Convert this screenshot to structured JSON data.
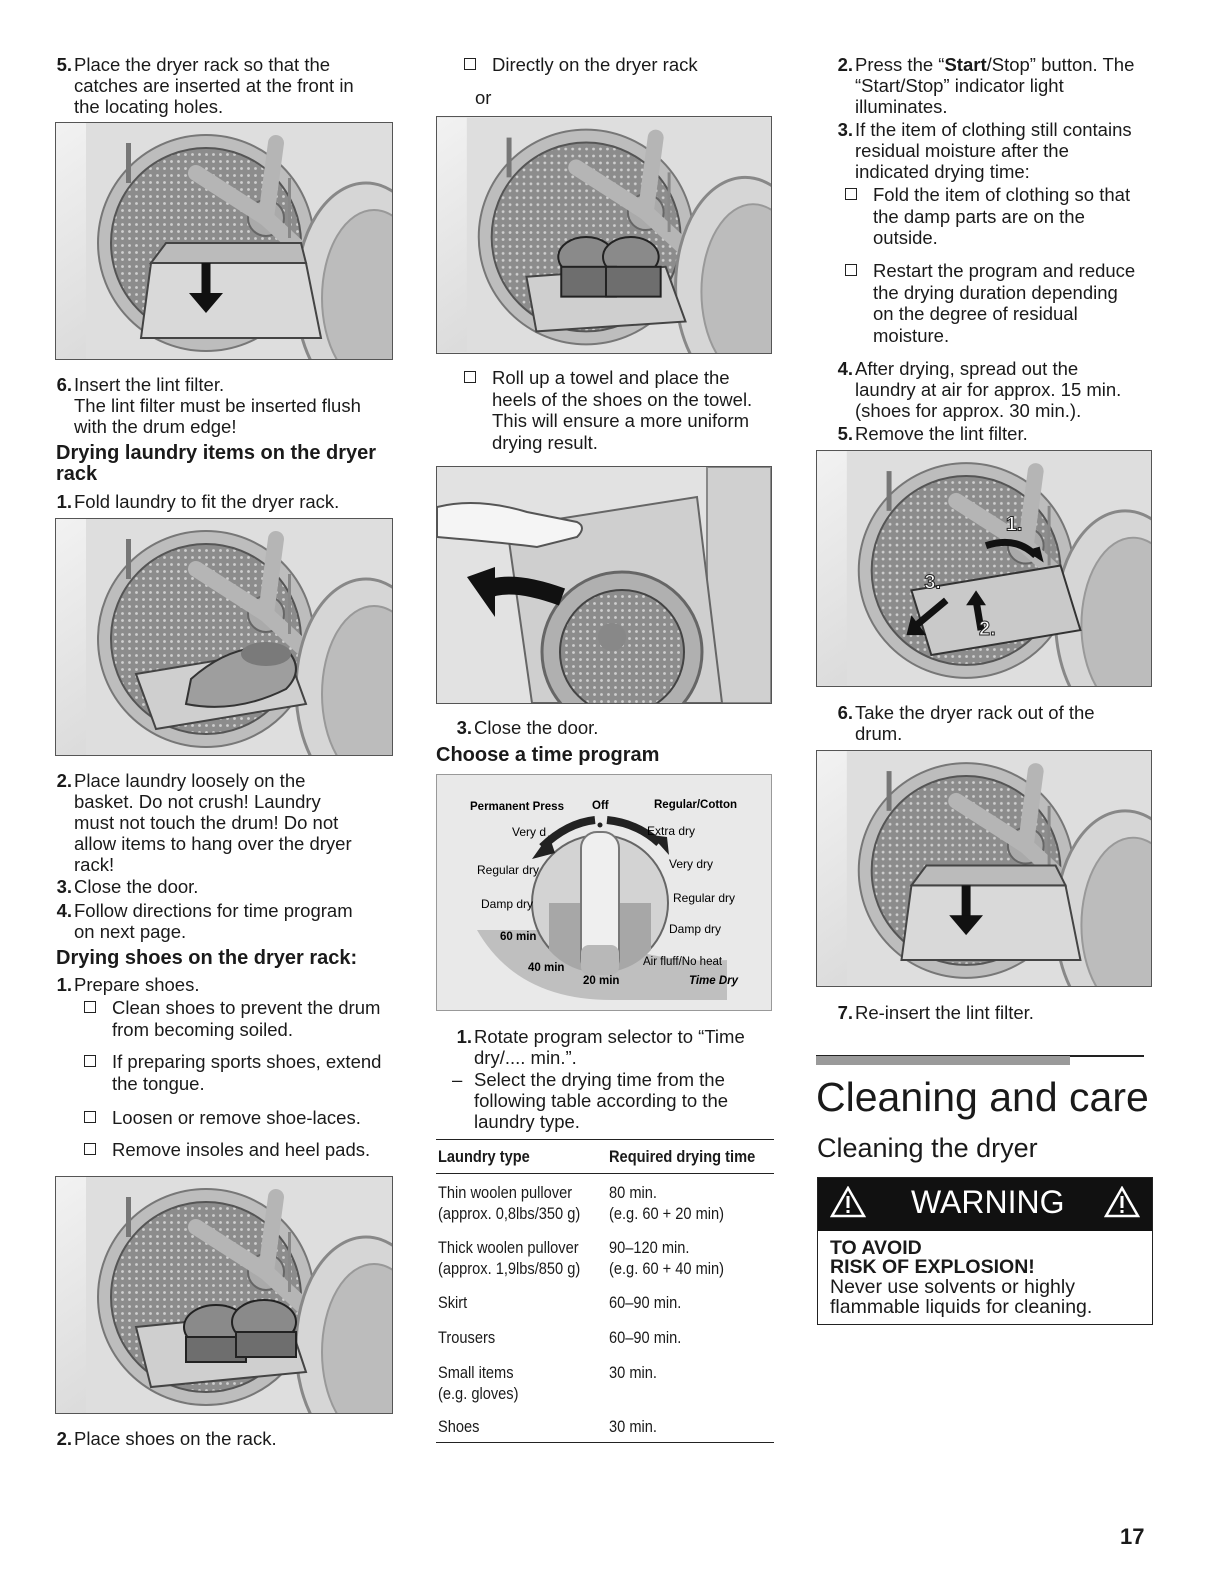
{
  "col1": {
    "step5": {
      "num": "5.",
      "text": [
        "Place the dryer rack so that the",
        "catches are inserted at the front in",
        "the locating holes."
      ]
    },
    "step6": {
      "num": "6.",
      "text": [
        "Insert the lint filter.",
        "The lint filter must be inserted flush",
        "with the drum edge!"
      ]
    },
    "heading_laundry": [
      "Drying laundry items on the dryer",
      "rack"
    ],
    "laundry_step1": {
      "num": "1.",
      "text": "Fold laundry to fit the dryer rack."
    },
    "laundry_step2": {
      "num": "2.",
      "text": [
        "Place laundry loosely on the",
        "basket. Do not crush! Laundry",
        "must not touch the drum! Do not",
        "allow items to hang over the dryer",
        "rack!"
      ]
    },
    "laundry_step3": {
      "num": "3.",
      "text": "Close the door."
    },
    "laundry_step4": {
      "num": "4.",
      "text": [
        "Follow directions for time program",
        "on next page."
      ]
    },
    "heading_shoes": "Drying shoes on the dryer rack:",
    "shoes_step1": {
      "num": "1.",
      "text": "Prepare shoes."
    },
    "shoes_bullets": [
      [
        "Clean shoes to prevent the drum",
        "from becoming soiled."
      ],
      [
        "If preparing sports shoes, extend",
        "the tongue."
      ],
      [
        "Loosen or remove shoe-laces."
      ],
      [
        "Remove insoles and heel pads."
      ]
    ],
    "shoes_step2": {
      "num": "2.",
      "text": "Place shoes on the rack."
    }
  },
  "col2": {
    "bullet_direct": "Directly on the dryer rack",
    "or": "or",
    "bullet_towel": [
      "Roll up a towel and place the",
      "heels of the shoes on the towel.",
      "This will ensure a more uniform",
      "drying result."
    ],
    "step3": {
      "num": "3.",
      "text": "Close the door."
    },
    "heading_time": "Choose a time program",
    "dial": {
      "permanent_press": "Permanent Press",
      "off": "Off",
      "regular_cotton": "Regular/Cotton",
      "very_dry_left": "Very d",
      "extra_dry": "Extra dry",
      "regular_dry_left": "Regular dry",
      "very_dry_right": "Very dry",
      "damp_dry_left": "Damp dry",
      "regular_dry_right": "Regular dry",
      "sixty": "60 min",
      "damp_dry_right": "Damp dry",
      "forty": "40 min",
      "air_fluff": "Air fluff/No heat",
      "twenty": "20 min",
      "time_dry": "Time Dry"
    },
    "step1": {
      "num": "1.",
      "text": [
        "Rotate program selector to “Time",
        "dry/.... min.”."
      ]
    },
    "dash": {
      "mark": "–",
      "text": [
        "Select the drying time from the",
        "following table according to the",
        "laundry type."
      ]
    },
    "table": {
      "headers": [
        "Laundry type",
        "Required drying time"
      ],
      "rows": [
        [
          [
            "Thin woolen pullover",
            "(approx. 0,8lbs/350 g)"
          ],
          [
            "80 min.",
            "(e.g. 60 + 20 min)"
          ]
        ],
        [
          [
            "Thick woolen pullover",
            "(approx. 1,9lbs/850 g)"
          ],
          [
            "90–120 min.",
            "(e.g. 60 + 40 min)"
          ]
        ],
        [
          [
            "Skirt"
          ],
          [
            "60–90 min."
          ]
        ],
        [
          [
            "Trousers"
          ],
          [
            "60–90 min."
          ]
        ],
        [
          [
            "Small items",
            "(e.g. gloves)"
          ],
          [
            "30 min."
          ]
        ],
        [
          [
            "Shoes"
          ],
          [
            "30 min."
          ]
        ]
      ]
    }
  },
  "col3": {
    "step2": {
      "num": "2.",
      "pre": "Press the “",
      "bold": "Start",
      "post": "/Stop” button. The",
      "lines": [
        "“Start/Stop” indicator light",
        "illuminates."
      ]
    },
    "step3": {
      "num": "3.",
      "text": [
        "If the item of clothing still contains",
        "residual moisture after the",
        "indicated drying time:"
      ]
    },
    "bullets": [
      [
        "Fold the item of clothing so that",
        "the damp parts are on the",
        "outside."
      ],
      [
        "Restart the program and reduce",
        "the drying duration depending",
        "on the degree of residual",
        "moisture."
      ]
    ],
    "step4": {
      "num": "4.",
      "text": [
        "After drying, spread out the",
        "laundry at air for approx. 15 min.",
        "(shoes for approx. 30 min.)."
      ]
    },
    "step5": {
      "num": "5.",
      "text": "Remove the lint filter."
    },
    "fig_labels": [
      "1.",
      "2.",
      "3."
    ],
    "step6": {
      "num": "6.",
      "text": [
        "Take the dryer rack out of the",
        "drum."
      ]
    },
    "step7": {
      "num": "7.",
      "text": "Re-insert the lint filter."
    },
    "section_title": "Cleaning and care",
    "subsection": "Cleaning the dryer",
    "warning": {
      "label": "WARNING",
      "line1": "TO AVOID",
      "line2": "RISK OF EXPLOSION!",
      "body": [
        "Never use solvents or highly",
        "flammable liquids for cleaning."
      ]
    }
  },
  "page_number": "17"
}
